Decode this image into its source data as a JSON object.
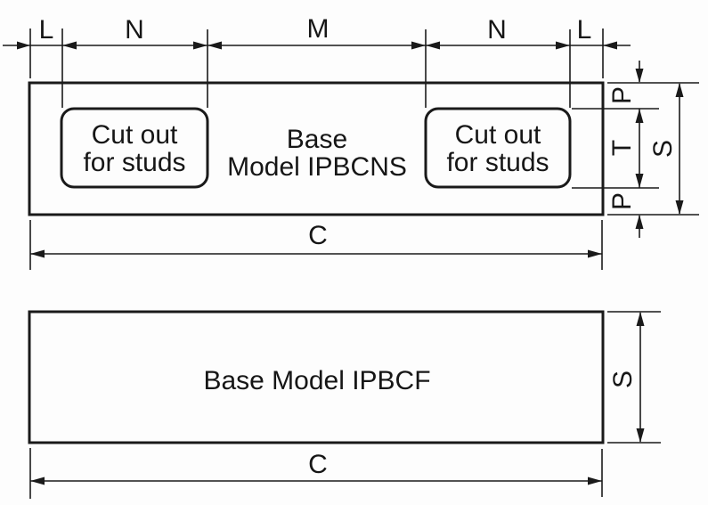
{
  "top_figure": {
    "title_line1": "Base",
    "title_line2": "Model IPBCNS",
    "cutout_left_line1": "Cut out",
    "cutout_left_line2": "for studs",
    "cutout_right_line1": "Cut out",
    "cutout_right_line2": "for studs",
    "dim_l_left": "L",
    "dim_n_left": "N",
    "dim_m": "M",
    "dim_n_right": "N",
    "dim_l_right": "L",
    "dim_p_top": "P",
    "dim_t": "T",
    "dim_p_bottom": "P",
    "dim_s": "S",
    "dim_c": "C"
  },
  "bottom_figure": {
    "title": "Base Model IPBCF",
    "dim_s": "S",
    "dim_c": "C"
  },
  "colors": {
    "line": "#1a1a1a",
    "background": "#ffffff"
  }
}
